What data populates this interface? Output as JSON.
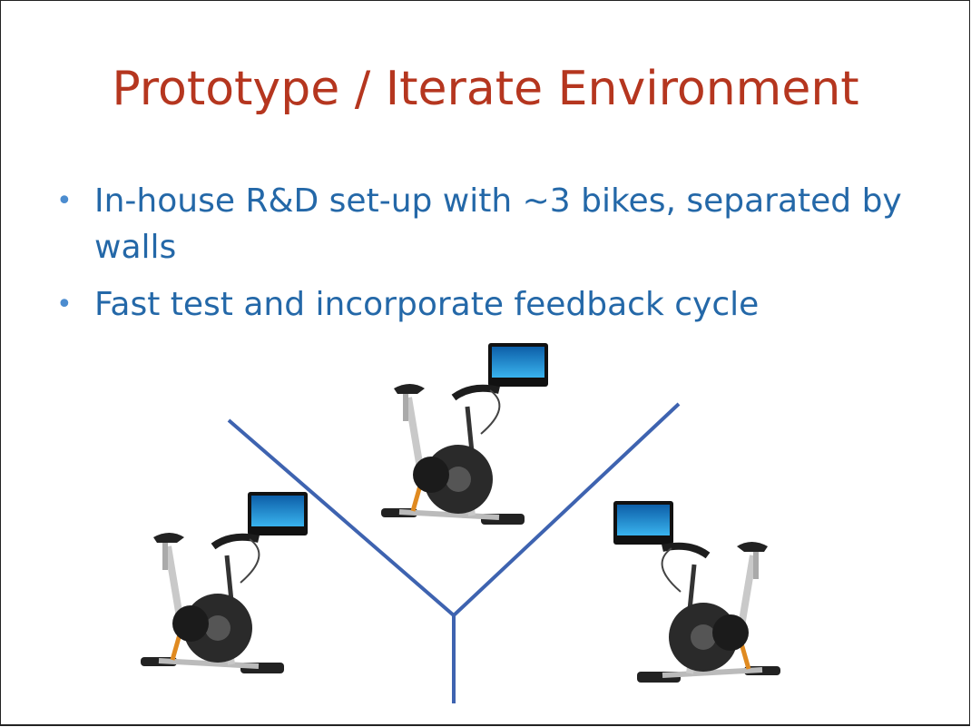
{
  "slide": {
    "title": "Prototype / Iterate Environment",
    "bullets": [
      "In-house R&D set-up with ~3 bikes, separated by walls",
      "Fast test and incorporate feedback cycle"
    ]
  },
  "illustration": {
    "bikes": 3,
    "wall_color": "#3e63b0",
    "screen_color": "#1e8fd8"
  }
}
